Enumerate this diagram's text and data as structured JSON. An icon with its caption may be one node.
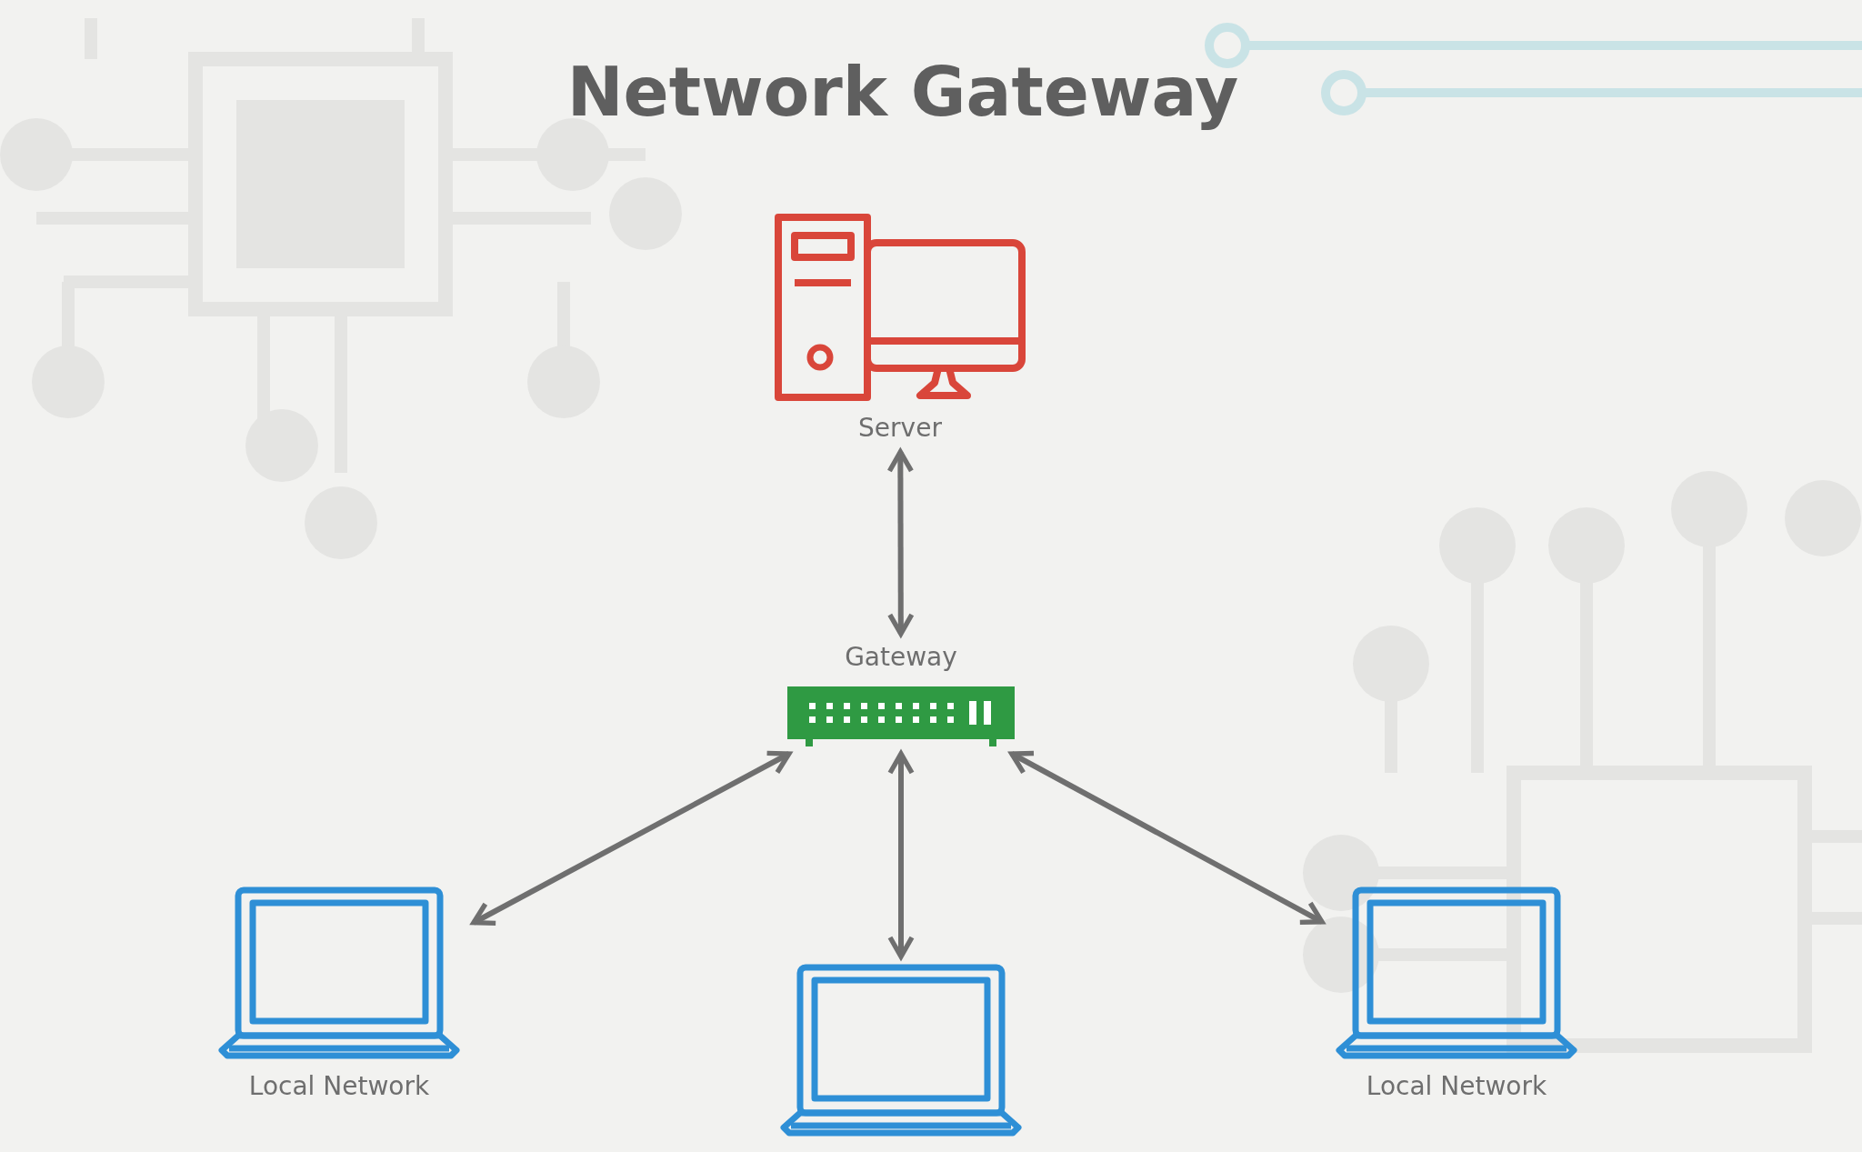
{
  "diagram": {
    "title": "Network Gateway",
    "nodes": [
      {
        "text": [],
        "shape": "picture",
        "beside": [
          "Server"
        ]
      },
      {
        "text": [],
        "shape": "picture",
        "beside": [
          "Gateway"
        ]
      },
      {
        "text": [],
        "shape": "picture",
        "beside": [
          "Local Network"
        ]
      },
      {
        "text": [],
        "shape": "picture"
      },
      {
        "text": [],
        "shape": "picture",
        "beside": [
          "Local Network"
        ]
      }
    ],
    "edges": [
      {
        "from": 0,
        "to": 1,
        "arrow": "both"
      },
      {
        "from": 1,
        "to": 2,
        "arrow": "both"
      },
      {
        "from": 1,
        "to": 3,
        "arrow": "both"
      },
      {
        "from": 1,
        "to": 4,
        "arrow": "both"
      }
    ]
  }
}
